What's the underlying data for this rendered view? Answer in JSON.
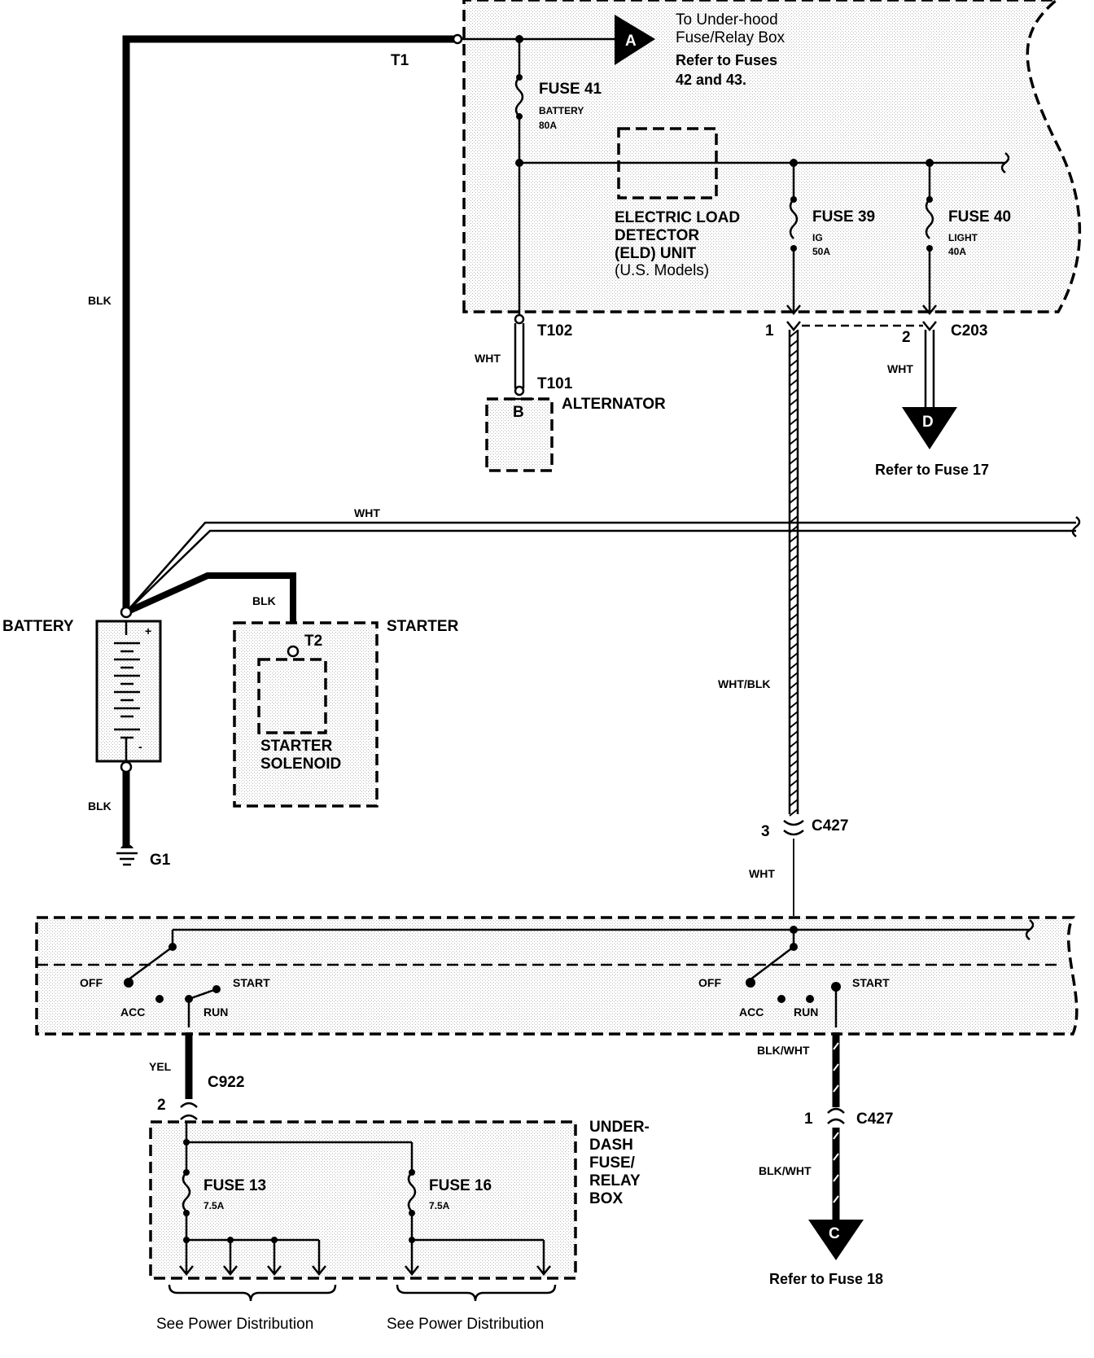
{
  "labels": {
    "to_underhood": "To Under-hood",
    "fuse_relay_box": "Fuse/Relay Box",
    "refer_fuses": "Refer to Fuses",
    "fuses_42_43": "42 and 43.",
    "arrow_a": "A",
    "t1": "T1",
    "fuse41": "FUSE 41",
    "fuse41_name": "BATTERY",
    "fuse41_rating": "80A",
    "eld_line1": "ELECTRIC LOAD",
    "eld_line2": "DETECTOR",
    "eld_line3": "(ELD) UNIT",
    "eld_line4": "(U.S. Models)",
    "fuse39": "FUSE 39",
    "fuse39_name": "IG",
    "fuse39_rating": "50A",
    "fuse40": "FUSE 40",
    "fuse40_name": "LIGHT",
    "fuse40_rating": "40A",
    "t102": "T102",
    "t101": "T101",
    "alternator": "ALTERNATOR",
    "alt_b": "B",
    "pin1": "1",
    "pin2": "2",
    "c203": "C203",
    "wht_c203": "WHT",
    "arrow_d": "D",
    "refer_fuse17": "Refer to Fuse 17",
    "blk_main": "BLK",
    "wht_alt": "WHT",
    "wht_long": "WHT",
    "blk_starter": "BLK",
    "battery": "BATTERY",
    "starter": "STARTER",
    "t2": "T2",
    "starter_solenoid1": "STARTER",
    "starter_solenoid2": "SOLENOID",
    "wht_blk": "WHT/BLK",
    "blk_ground": "BLK",
    "g1": "G1",
    "pin3": "3",
    "c427_top": "C427",
    "wht_c427": "WHT",
    "off_l": "OFF",
    "acc_l": "ACC",
    "run_l": "RUN",
    "start_l": "START",
    "off_r": "OFF",
    "acc_r": "ACC",
    "run_r": "RUN",
    "start_r": "START",
    "yel": "YEL",
    "c922": "C922",
    "pin2_c922": "2",
    "blk_wht_1": "BLK/WHT",
    "pin1_c427": "1",
    "c427_bottom": "C427",
    "blk_wht_2": "BLK/WHT",
    "arrow_c": "C",
    "refer_fuse18": "Refer to Fuse 18",
    "underdash1": "UNDER-",
    "underdash2": "DASH",
    "underdash3": "FUSE/",
    "underdash4": "RELAY",
    "underdash5": "BOX",
    "fuse13": "FUSE 13",
    "fuse13_rating": "7.5A",
    "fuse16": "FUSE 16",
    "fuse16_rating": "7.5A",
    "see_power_1": "See Power Distribution",
    "see_power_2": "See Power Distribution"
  }
}
